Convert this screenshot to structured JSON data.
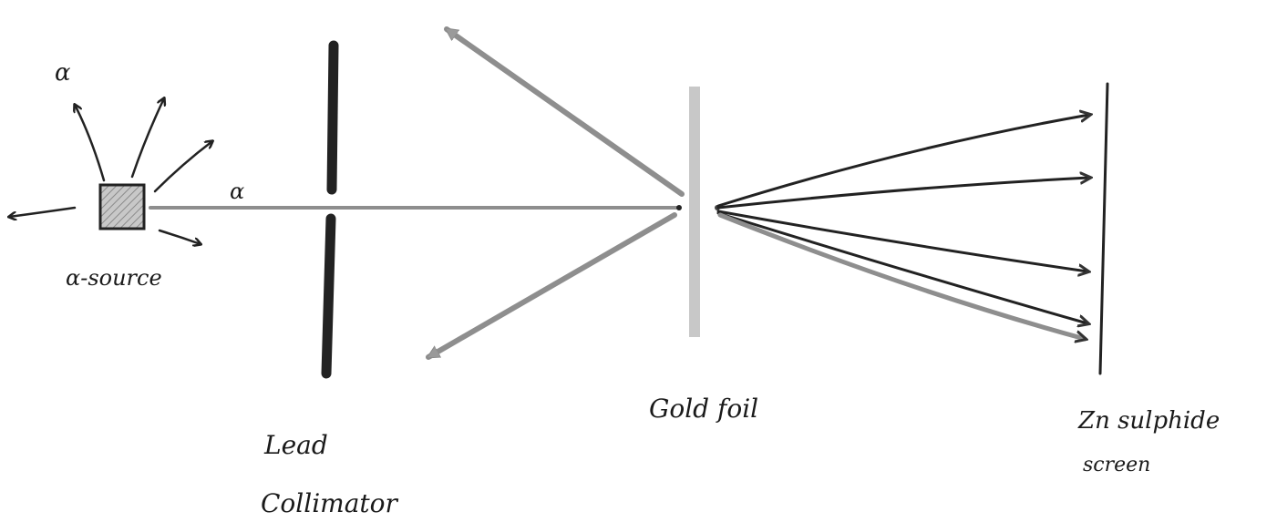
{
  "labels": {
    "alpha_top": "α",
    "alpha_beam": "α",
    "source": "α-source",
    "collimator_line1": "Lead",
    "collimator_line2": "Collimator",
    "foil": "Gold foil",
    "screen_line1": "Zn sulphide",
    "screen_line2": "screen"
  },
  "colors": {
    "ink": "#222222",
    "pencil_gray": "#8e8e8e",
    "source_fill": "#b0b0b0",
    "foil_gray": "#bdbdbd"
  }
}
